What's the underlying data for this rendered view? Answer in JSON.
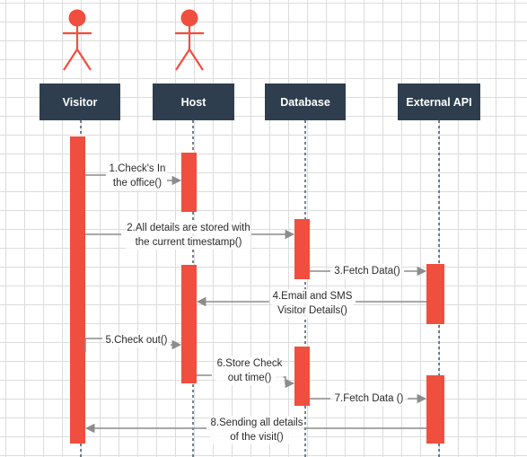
{
  "participants": [
    {
      "id": "visitor",
      "label": "Visitor",
      "actor": true
    },
    {
      "id": "host",
      "label": "Host",
      "actor": true
    },
    {
      "id": "database",
      "label": "Database",
      "actor": false
    },
    {
      "id": "external_api",
      "label": "External API",
      "actor": false
    }
  ],
  "messages": [
    {
      "id": "m1",
      "line1": "1.Check's In",
      "line2": "the office()",
      "from": "visitor",
      "to": "host"
    },
    {
      "id": "m2",
      "line1": "2.All details are stored with",
      "line2": "the current timestamp()",
      "from": "visitor",
      "to": "database"
    },
    {
      "id": "m3",
      "line1": "3.Fetch Data()",
      "line2": "",
      "from": "database",
      "to": "external_api"
    },
    {
      "id": "m4",
      "line1": "4.Email and SMS",
      "line2": "Visitor Details()",
      "from": "external_api",
      "to": "host"
    },
    {
      "id": "m5",
      "line1": "5.Check out()",
      "line2": "",
      "from": "visitor",
      "to": "host"
    },
    {
      "id": "m6",
      "line1": "6.Store Check",
      "line2": "out time()",
      "from": "host",
      "to": "database"
    },
    {
      "id": "m7",
      "line1": "7.Fetch Data ()",
      "line2": "",
      "from": "database",
      "to": "external_api"
    },
    {
      "id": "m8",
      "line1": "8.Sending all details",
      "line2": "of the visit()",
      "from": "external_api",
      "to": "visitor"
    }
  ],
  "colors": {
    "header_bg": "#2e3e4e",
    "header_text": "#ffffff",
    "activation": "#f04e3e",
    "actor": "#f04e3e",
    "arrow": "#8c8c8c",
    "lifeline": "#2e3e4e"
  }
}
